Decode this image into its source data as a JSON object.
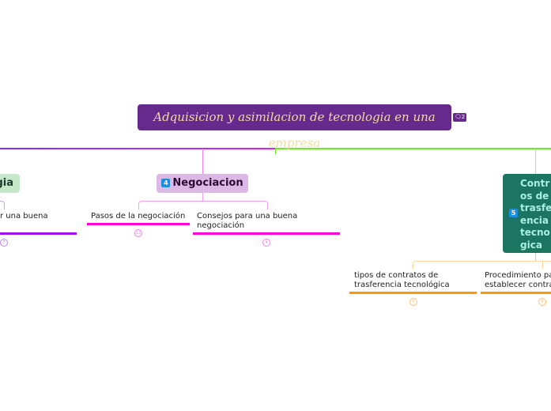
{
  "root": {
    "title": "Adquisicion y asimilacion de tecnologia en una empresa",
    "comments": "2",
    "comment_icon": "comment-icon"
  },
  "branches": [
    {
      "label": "gia",
      "color": "#a020f0",
      "children": [
        {
          "label": "r una buena",
          "count": "7"
        }
      ]
    },
    {
      "label": "Negociacion",
      "number": "4",
      "color": "#ff00e0",
      "children": [
        {
          "label": "Pasos de la negociación",
          "count": "13"
        },
        {
          "label": "Consejos para una buena negociación",
          "count": "4"
        }
      ]
    },
    {
      "label": "Contratos de trasferencia tecnológica",
      "display": "Contr os de trasfe encia tecno gica",
      "number": "5",
      "color": "#ff9a00",
      "children": [
        {
          "label": "tipos de contratos de trasferencia tecnológica",
          "count": "5"
        },
        {
          "label": "Procedimiento pa establecer contra",
          "count": "6"
        }
      ]
    }
  ]
}
